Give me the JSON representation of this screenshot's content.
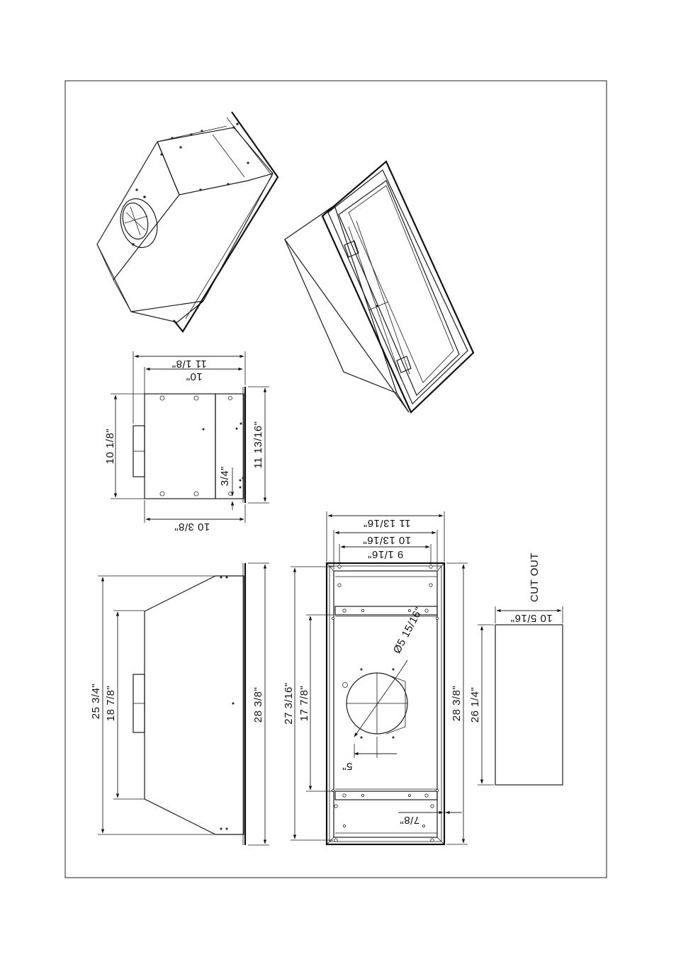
{
  "side_view": {
    "width_11_1_8": "11 1/8\"",
    "width_10": "10\"",
    "height_10_1_8": "10 1/8\"",
    "height_11_13_16": "11 13/16\"",
    "offset_3_4": "3/4\"",
    "width_10_3_8": "10 3/8\""
  },
  "front_view": {
    "length_25_3_4": "25 3/4\"",
    "length_18_7_8": "18 7/8\"",
    "length_28_3_8": "28 3/8\""
  },
  "bottom_view": {
    "width_11_13_16": "11 13/16\"",
    "width_10_13_16": "10 13/16\"",
    "width_9_1_16": "9 1/16\"",
    "length_27_3_16": "27 3/16\"",
    "length_17_7_8": "17 7/8\"",
    "diameter": "Ø5 15/16\"",
    "offset_5": "5\"",
    "length_28_3_8": "28 3/8\"",
    "offset_7_8": "7/8\""
  },
  "cutout": {
    "label": "CUT OUT",
    "width": "10 5/16\"",
    "length": "26 1/4\""
  }
}
